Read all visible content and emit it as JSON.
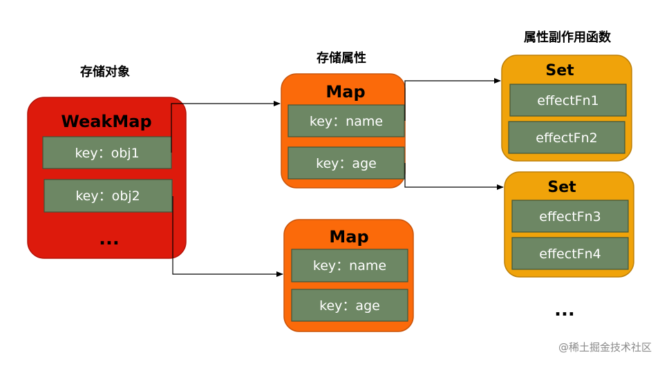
{
  "colors": {
    "weakmap_fill": "#dd1a0c",
    "weakmap_stroke": "#b31208",
    "map_fill": "#fb6a0a",
    "map_stroke": "#c9540a",
    "set_fill": "#f0a30a",
    "set_stroke": "#bd7f07",
    "item_fill": "#6d8764",
    "item_stroke": "#3f5438",
    "edge": "#000000"
  },
  "headings": {
    "store_objects": "存储对象",
    "store_props": "存储属性",
    "effect_fns": "属性副作用函数"
  },
  "weakmap": {
    "title": "WeakMap",
    "items": [
      "key：obj1",
      "key：obj2"
    ],
    "more": "..."
  },
  "map1": {
    "title": "Map",
    "items": [
      "key：name",
      "key：age"
    ]
  },
  "map2": {
    "title": "Map",
    "items": [
      "key：name",
      "key：age"
    ]
  },
  "set1": {
    "title": "Set",
    "items": [
      "effectFn1",
      "effectFn2"
    ]
  },
  "set2": {
    "title": "Set",
    "items": [
      "effectFn3",
      "effectFn4"
    ]
  },
  "sets_more": "...",
  "watermark": "@稀土掘金技术社区"
}
